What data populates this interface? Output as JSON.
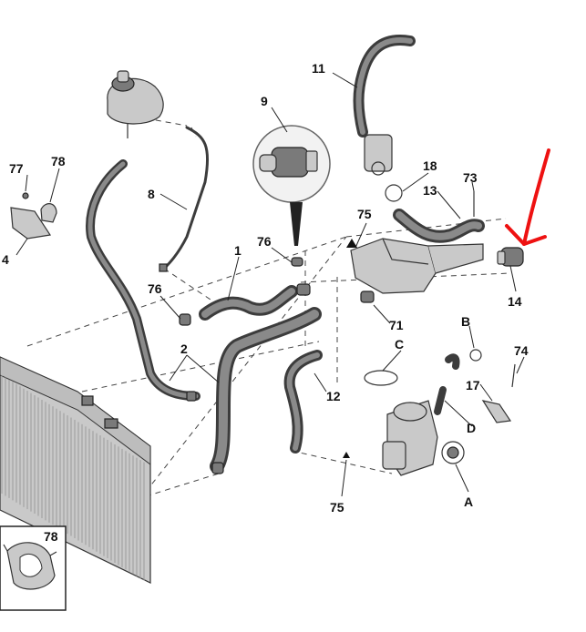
{
  "labels": {
    "l1": "1",
    "l2": "2",
    "l4": "4",
    "l8": "8",
    "l9": "9",
    "l11": "11",
    "l12": "12",
    "l13": "13",
    "l14": "14",
    "l17": "17",
    "l18": "18",
    "l71": "71",
    "l73": "73",
    "l74": "74",
    "l75a": "75",
    "l75b": "75",
    "l76a": "76",
    "l76b": "76",
    "l77": "77",
    "l78a": "78",
    "l78b": "78",
    "lA": "A",
    "lB": "B",
    "lC": "C",
    "lD": "D"
  },
  "colors": {
    "highlight_arrow": "#ee1111"
  }
}
